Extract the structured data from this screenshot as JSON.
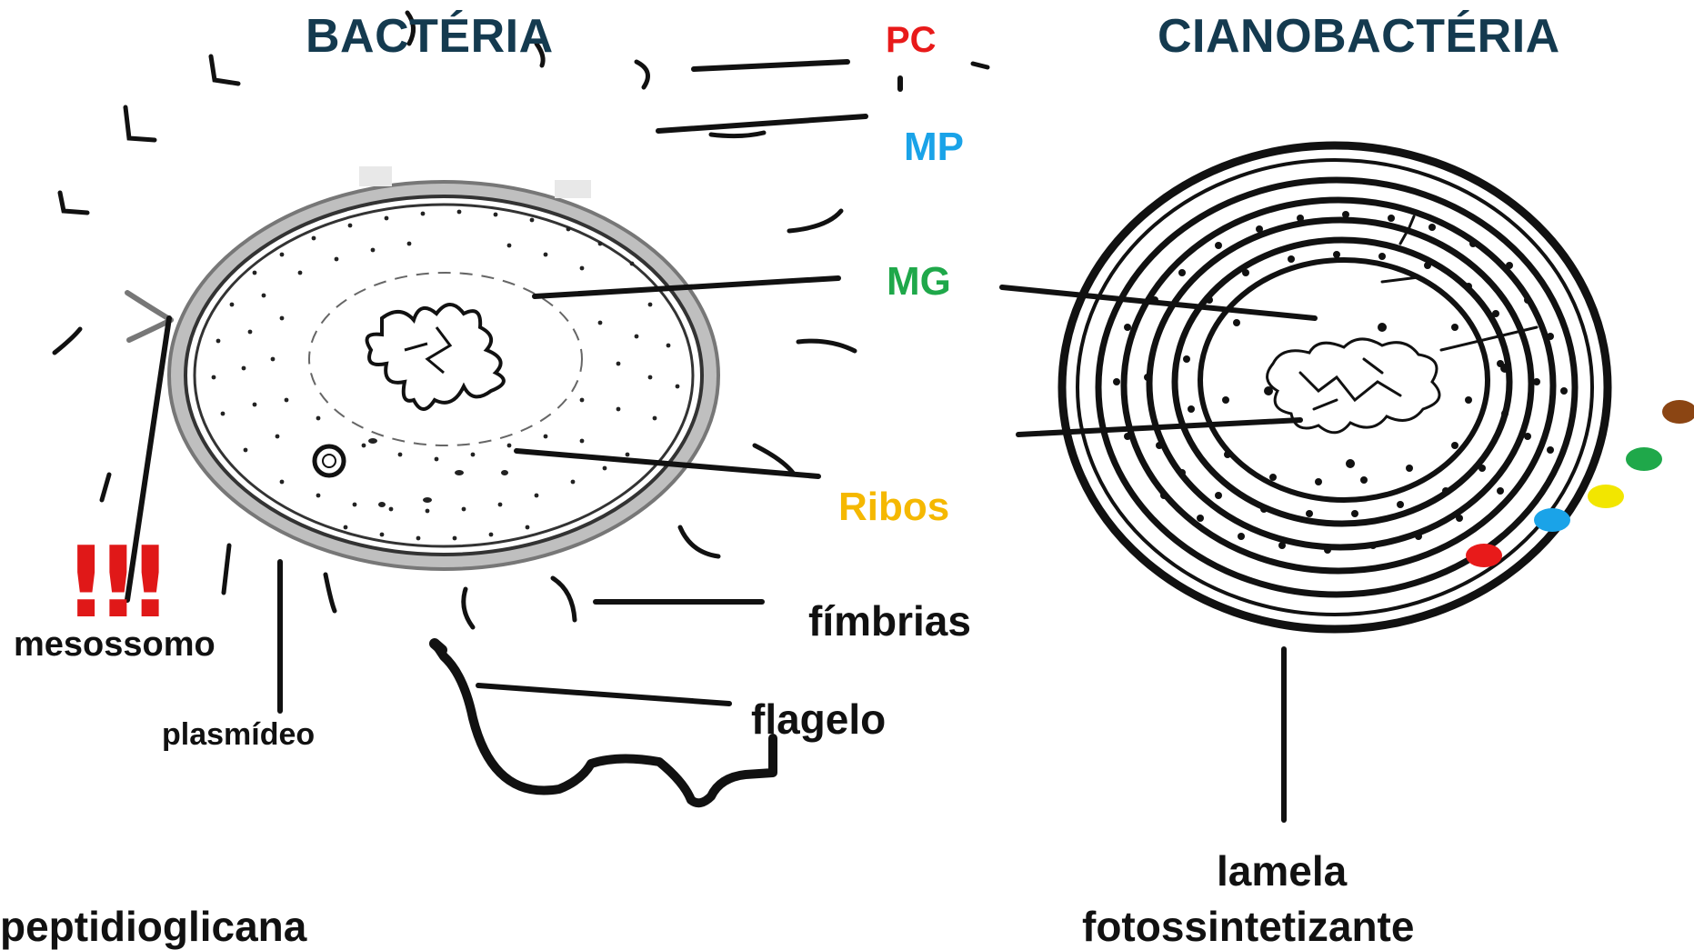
{
  "titles": {
    "left": "BACTÉRIA",
    "right": "CIANOBACTÉRIA"
  },
  "codes": {
    "pc": "PC",
    "mp": "MP",
    "mg": "MG",
    "ribos": "Ribos"
  },
  "labels": {
    "fimbrias": "fímbrias",
    "flagelo": "flagelo",
    "mesossomo": "mesossomo",
    "plasmideo": "plasmídeo",
    "peptidioglicana": "peptidioglicana",
    "lamela_line1": "lamela",
    "lamela_line2": "fotossintetizante"
  },
  "warning_mark": "!!!",
  "colors": {
    "title": "#143a4f",
    "pc": "#e81a1a",
    "mp": "#1aa3e8",
    "mg": "#1fa84a",
    "ribos": "#f5b800",
    "marker_brown": "#8b4513",
    "marker_green": "#1fa84a",
    "marker_yellow": "#f2e600",
    "marker_blue": "#1aa3e8",
    "marker_red": "#e81a1a"
  }
}
